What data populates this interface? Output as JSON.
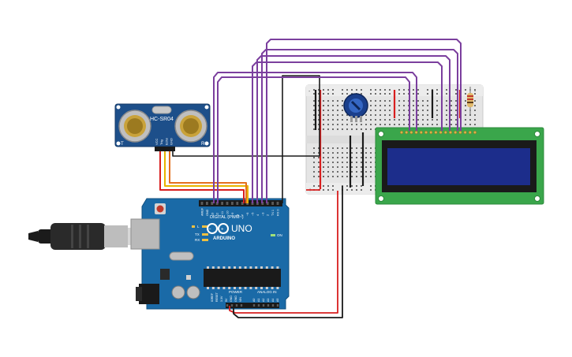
{
  "sensor": {
    "label": "HC-SR04",
    "pins": [
      "VCC",
      "Trig",
      "Echo",
      "GND"
    ],
    "left_mark": "T",
    "right_mark": "R"
  },
  "arduino": {
    "brand": "ARDUINO",
    "model": "UNO",
    "on_label": "ON",
    "digital_label": "DIGITAL (PWM~)",
    "analog_label": "ANALOG IN",
    "power_label": "POWER",
    "led_labels": [
      "L",
      "TX",
      "RX"
    ],
    "top_header_pins": [
      "AREF",
      "GND",
      "13",
      "12",
      "~11",
      "~10",
      "~9",
      "8",
      "7",
      "~6",
      "~5",
      "4",
      "~3",
      "2",
      "TX 1",
      "RX 0"
    ],
    "power_pins": [
      "IOREF",
      "RESET",
      "3.3V",
      "5V",
      "GND",
      "GND",
      "VIN"
    ],
    "analog_pins": [
      "A0",
      "A1",
      "A2",
      "A3",
      "A4",
      "A5"
    ]
  },
  "breadboard": {
    "rail_signs": [
      "-",
      "+"
    ]
  },
  "lcd": {
    "text_line_1": "",
    "text_line_2": ""
  },
  "colors": {
    "wire_purple": "#7b3f9e",
    "wire_red": "#d81e1e",
    "wire_black": "#1a1a1a",
    "wire_yellow": "#e8b400",
    "wire_orange": "#e5701d",
    "arduino_blue": "#1a6aa7",
    "sensor_blue": "#1d4f8a",
    "lcd_green": "#3aa64b",
    "lcd_screen": "#1c2d8b",
    "breadboard": "#e5e5e5"
  }
}
